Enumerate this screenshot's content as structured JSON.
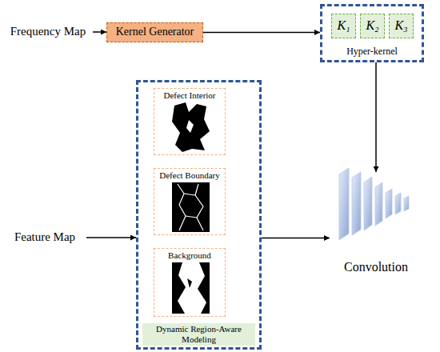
{
  "diagram": {
    "nodes": [
      {
        "text": [
          "Frequency Map"
        ]
      },
      {
        "text": [
          "Kernel Generator"
        ]
      },
      {
        "text": [
          "Hyper-kernel"
        ]
      },
      {
        "text": [
          "K₁"
        ],
        "in": 2
      },
      {
        "text": [
          "K₂"
        ],
        "in": 2
      },
      {
        "text": [
          "K₃"
        ],
        "in": 2
      },
      {
        "text": [
          "Feature Map"
        ]
      },
      {
        "text": [
          "Dynamic Region-Aware Modeling"
        ]
      },
      {
        "text": [
          "Defect Interior"
        ],
        "in": 7
      },
      {
        "text": [
          "Defect Boundary"
        ],
        "in": 7
      },
      {
        "text": [
          "Background"
        ],
        "in": 7
      },
      {
        "text": [
          "Convolution"
        ]
      }
    ],
    "edges": [
      {
        "from": 0,
        "to": 1,
        "arrow": "to"
      },
      {
        "from": 1,
        "to": 2,
        "arrow": "to"
      },
      {
        "from": 2,
        "to": 11,
        "arrow": "to"
      },
      {
        "from": 6,
        "to": 7,
        "arrow": "to"
      },
      {
        "from": 7,
        "to": 11,
        "arrow": "to"
      }
    ]
  }
}
